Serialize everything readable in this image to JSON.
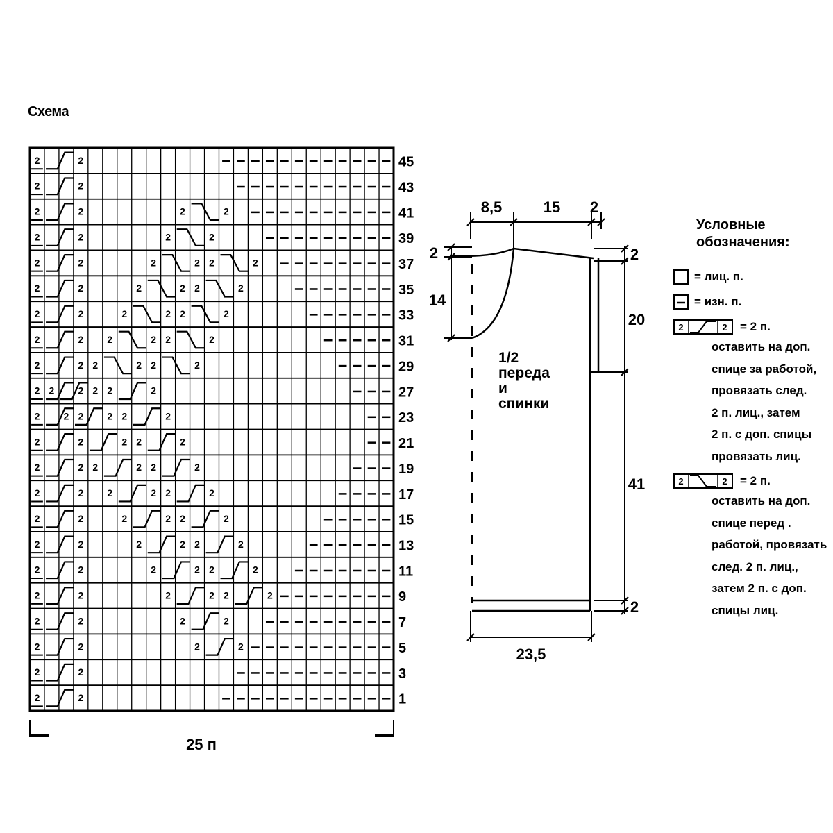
{
  "chart_title": "Схема",
  "grid": {
    "columns": 25,
    "row_labels": [
      "45",
      "43",
      "41",
      "39",
      "37",
      "35",
      "33",
      "31",
      "29",
      "27",
      "23",
      "21",
      "19",
      "17",
      "15",
      "13",
      "11",
      "9",
      "7",
      "5",
      "3",
      "1"
    ],
    "cable_label": "2",
    "width_label": "25 п"
  },
  "schematic": {
    "top_widths": [
      "8,5",
      "15",
      "2"
    ],
    "left_heights": [
      "2",
      "14"
    ],
    "right_heights": [
      "2",
      "20",
      "41",
      "2"
    ],
    "bottom_width": "23,5",
    "piece_label": [
      "1/2",
      "переда",
      "и",
      "спинки"
    ]
  },
  "legend": {
    "title_line1": "Условные",
    "title_line2": "обозначения:",
    "knit": "= лиц. п.",
    "purl": "= изн. п.",
    "cable_back_eq": "=  2 п.",
    "cable_back_desc": [
      "оставить на доп.",
      "спице за работой,",
      "провязать след.",
      "2 п. лиц., затем",
      "2 п. с доп. спицы",
      "провязать лиц."
    ],
    "cable_front_eq": "=  2 п.",
    "cable_front_desc": [
      "оставить на доп.",
      "спице перед .",
      "работой, провязать",
      "след. 2 п. лиц.,",
      "затем 2 п. с доп.",
      "спицы лиц."
    ],
    "symbol_number": "2",
    "purl_mark": "–"
  }
}
